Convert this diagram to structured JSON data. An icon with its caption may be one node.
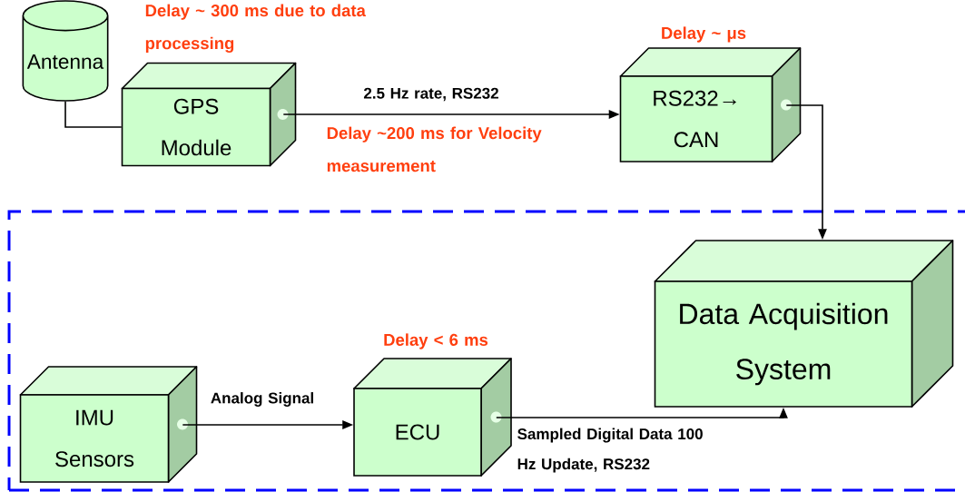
{
  "diagram": {
    "nodes": [
      {
        "text": [
          "Antenna"
        ]
      },
      {
        "text": [
          "GPS Module"
        ],
        "beside": [
          "Delay ~ 300 ms due to data processing"
        ]
      },
      {
        "text": [
          "RS232→ CAN"
        ],
        "beside": [
          "Delay ~ μs"
        ]
      },
      {
        "text": [],
        "shape": "box"
      },
      {
        "text": [
          "Data Acquisition System"
        ],
        "in": 3
      },
      {
        "text": [
          "IMU Sensors"
        ],
        "in": 3
      },
      {
        "text": [
          "ECU"
        ],
        "in": 3,
        "beside": [
          "Delay < 6 ms"
        ]
      }
    ],
    "edges": [
      {
        "from": 0,
        "to": 1,
        "arrow": "none"
      },
      {
        "from": 1,
        "to": 2,
        "arrow": "to",
        "label": "2.5 Hz rate, RS232"
      },
      {
        "from": 2,
        "to": 4,
        "arrow": "to"
      },
      {
        "from": 5,
        "to": 6,
        "arrow": "to",
        "label": "Analog Signal"
      },
      {
        "from": 6,
        "to": 4,
        "arrow": "to",
        "label": "Sampled Digital Data 100 Hz Update, RS232"
      }
    ],
    "labels": [
      "Delay ~200 ms for Velocity measurement"
    ]
  }
}
